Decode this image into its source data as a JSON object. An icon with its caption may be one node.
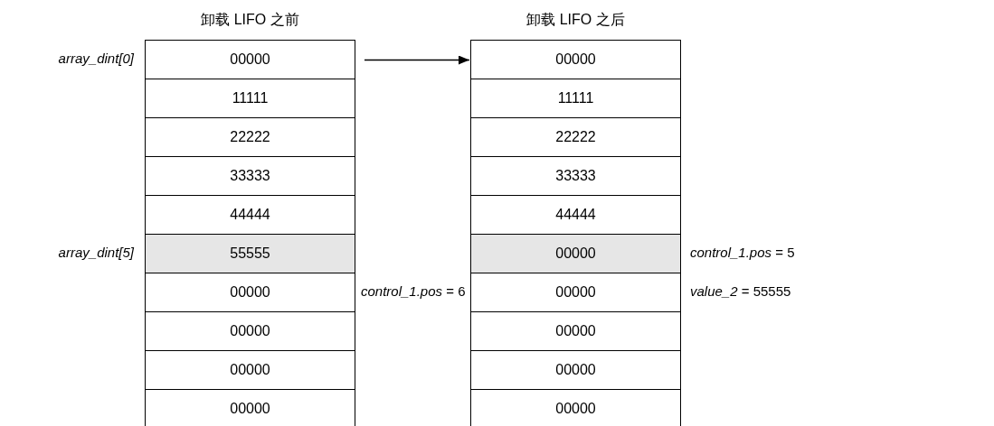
{
  "diagram": {
    "nodes": [
      {
        "text": [
          "卸载 LIFO 之前"
        ]
      },
      {
        "text": [
          "卸载 LIFO 之后"
        ]
      }
    ],
    "edges": [
      {
        "from": 0,
        "to": 1,
        "arrow": "to"
      }
    ],
    "labels": [
      "array_dint[0]",
      "00000",
      "00000",
      "11111",
      "11111",
      "22222",
      "22222",
      "33333",
      "33333",
      "44444",
      "44444",
      "array_dint[5]",
      "55555",
      "00000",
      "*control_1.pos* = 5",
      "00000",
      "*control_1.pos* = 6",
      "00000",
      "*value_2* = 55555",
      "00000",
      "00000",
      "00000",
      "00000",
      "00000",
      "00000"
    ]
  }
}
